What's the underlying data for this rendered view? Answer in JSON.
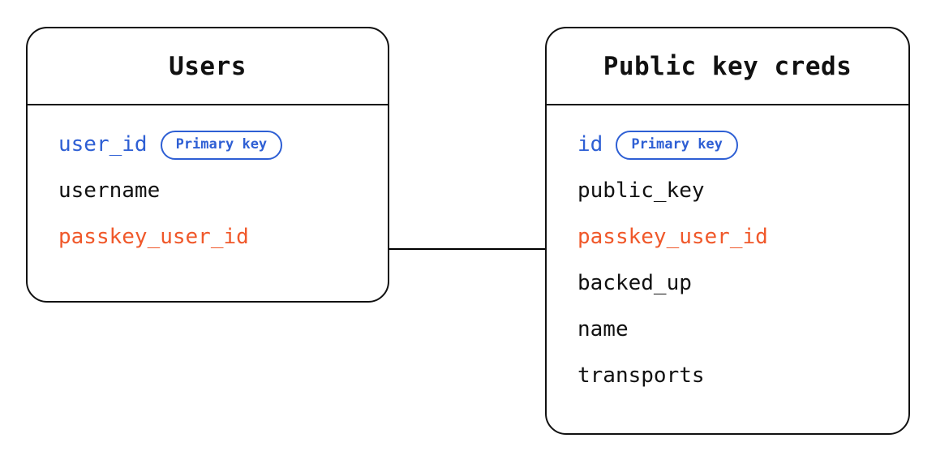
{
  "diagram": {
    "type": "entity-relationship-diagram",
    "background_color": "#ffffff",
    "colors": {
      "border": "#111111",
      "text": "#111111",
      "primary_key": "#2e5fd4",
      "foreign_key": "#f0582a",
      "badge_border": "#2e5fd4",
      "connector": "#000000"
    },
    "entities": [
      {
        "id": "users",
        "title": "Users",
        "fields": [
          {
            "name": "user_id",
            "role": "pk",
            "badge": "Primary key"
          },
          {
            "name": "username",
            "role": "plain",
            "badge": ""
          },
          {
            "name": "passkey_user_id",
            "role": "fk",
            "badge": ""
          }
        ]
      },
      {
        "id": "public-key-creds",
        "title": "Public key creds",
        "fields": [
          {
            "name": "id",
            "role": "pk",
            "badge": "Primary key"
          },
          {
            "name": "public_key",
            "role": "plain",
            "badge": ""
          },
          {
            "name": "passkey_user_id",
            "role": "fk",
            "badge": ""
          },
          {
            "name": "backed_up",
            "role": "plain",
            "badge": ""
          },
          {
            "name": "name",
            "role": "plain",
            "badge": ""
          },
          {
            "name": "transports",
            "role": "plain",
            "badge": ""
          }
        ]
      }
    ],
    "relationships": [
      {
        "id": "users-to-creds",
        "from_entity": "Users",
        "from_field": "passkey_user_id",
        "to_entity": "Public key creds",
        "to_field": "passkey_user_id",
        "style": "straight-line"
      }
    ]
  }
}
